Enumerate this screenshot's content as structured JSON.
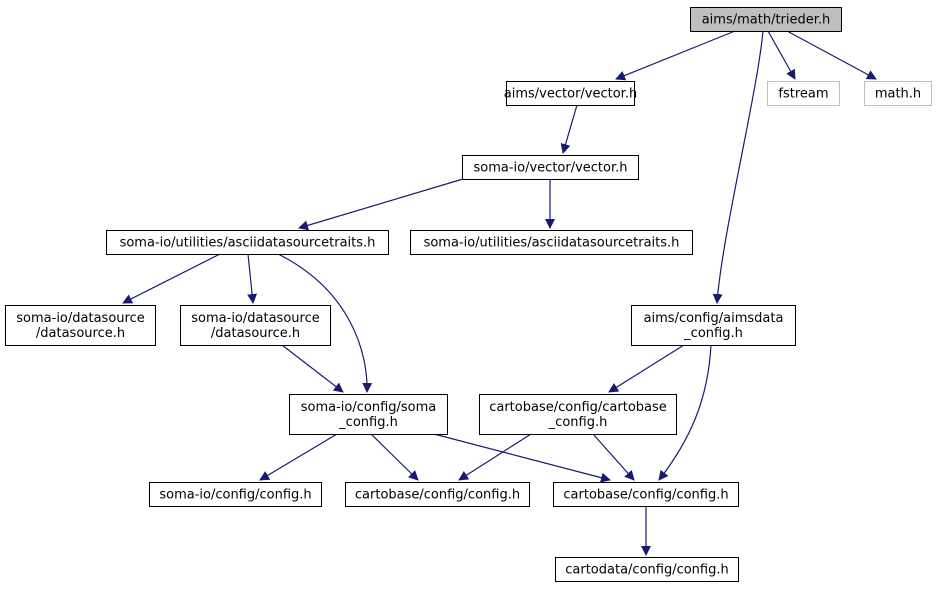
{
  "colors": {
    "edge": "#191970",
    "node_border": "#000000",
    "node_fill": "#ffffff",
    "focus_fill": "#bfbfbf",
    "external_border": "#bfbfbf"
  },
  "nodes": [
    {
      "id": "trieder",
      "lines": [
        "aims/math/trieder.h"
      ],
      "style": "focus"
    },
    {
      "id": "aims-vector",
      "lines": [
        "aims/vector/vector.h"
      ],
      "style": "normal"
    },
    {
      "id": "fstream",
      "lines": [
        "fstream"
      ],
      "style": "external"
    },
    {
      "id": "math",
      "lines": [
        "math.h"
      ],
      "style": "external"
    },
    {
      "id": "somaio-vector",
      "lines": [
        "soma-io/vector/vector.h"
      ],
      "style": "normal"
    },
    {
      "id": "ascii-1",
      "lines": [
        "soma-io/utilities/asciidatasourcetraits.h"
      ],
      "style": "normal"
    },
    {
      "id": "ascii-2",
      "lines": [
        "soma-io/utilities/asciidatasourcetraits.h"
      ],
      "style": "normal"
    },
    {
      "id": "datasource-1",
      "lines": [
        "soma-io/datasource",
        "/datasource.h"
      ],
      "style": "normal"
    },
    {
      "id": "datasource-2",
      "lines": [
        "soma-io/datasource",
        "/datasource.h"
      ],
      "style": "normal"
    },
    {
      "id": "aimsdata-config",
      "lines": [
        "aims/config/aimsdata",
        "_config.h"
      ],
      "style": "normal"
    },
    {
      "id": "soma-config",
      "lines": [
        "soma-io/config/soma",
        "_config.h"
      ],
      "style": "normal"
    },
    {
      "id": "cartobase-config-cb",
      "lines": [
        "cartobase/config/cartobase",
        "_config.h"
      ],
      "style": "normal"
    },
    {
      "id": "somaio-config",
      "lines": [
        "soma-io/config/config.h"
      ],
      "style": "normal"
    },
    {
      "id": "cartobase-config-1",
      "lines": [
        "cartobase/config/config.h"
      ],
      "style": "normal"
    },
    {
      "id": "cartobase-config-2",
      "lines": [
        "cartobase/config/config.h"
      ],
      "style": "normal"
    },
    {
      "id": "cartodata-config",
      "lines": [
        "cartodata/config/config.h"
      ],
      "style": "normal"
    }
  ],
  "edges": [
    {
      "from": "trieder",
      "to": "aims-vector"
    },
    {
      "from": "trieder",
      "to": "fstream"
    },
    {
      "from": "trieder",
      "to": "math"
    },
    {
      "from": "trieder",
      "to": "aimsdata-config"
    },
    {
      "from": "aims-vector",
      "to": "somaio-vector"
    },
    {
      "from": "somaio-vector",
      "to": "ascii-1"
    },
    {
      "from": "somaio-vector",
      "to": "ascii-2"
    },
    {
      "from": "ascii-1",
      "to": "datasource-1"
    },
    {
      "from": "ascii-1",
      "to": "datasource-2"
    },
    {
      "from": "ascii-1",
      "to": "soma-config"
    },
    {
      "from": "datasource-2",
      "to": "soma-config"
    },
    {
      "from": "aimsdata-config",
      "to": "cartobase-config-cb"
    },
    {
      "from": "aimsdata-config",
      "to": "cartobase-config-2"
    },
    {
      "from": "soma-config",
      "to": "somaio-config"
    },
    {
      "from": "soma-config",
      "to": "cartobase-config-1"
    },
    {
      "from": "soma-config",
      "to": "cartobase-config-2"
    },
    {
      "from": "cartobase-config-cb",
      "to": "cartobase-config-1"
    },
    {
      "from": "cartobase-config-cb",
      "to": "cartobase-config-2"
    },
    {
      "from": "cartobase-config-2",
      "to": "cartodata-config"
    }
  ]
}
